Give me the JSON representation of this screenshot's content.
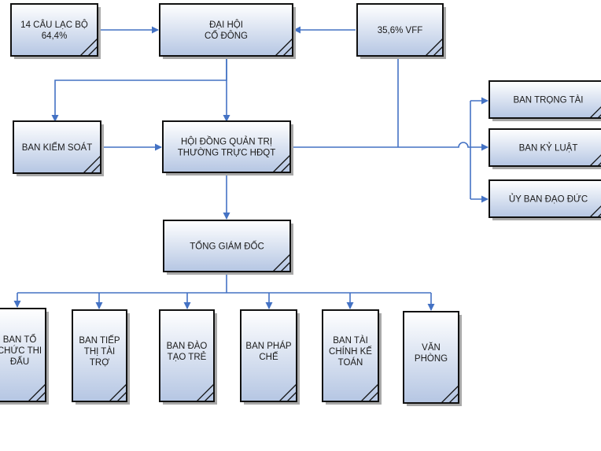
{
  "colors": {
    "box_fill_top": "#ffffff",
    "box_fill_bottom": "#b5c6e3",
    "box_border": "#111111",
    "shadow": "#a8a8a8",
    "connector": "#4472c4"
  },
  "nodes": {
    "clubs": {
      "lines": [
        "14 CÂU LẠC BỘ",
        "64,4%"
      ]
    },
    "assembly": {
      "lines": [
        "ĐẠI HỘI",
        "CỔ ĐÔNG"
      ]
    },
    "vff": {
      "lines": [
        "35,6% VFF"
      ]
    },
    "supervisory": {
      "lines": [
        "BAN KIỂM SOÁT"
      ]
    },
    "board": {
      "lines": [
        "HỘI ĐỒNG QUẢN TRỊ",
        "THƯỜNG TRỰC HĐQT"
      ]
    },
    "referee": {
      "lines": [
        "BAN TRỌNG TÀI"
      ]
    },
    "discipline": {
      "lines": [
        "BAN KỶ LUẬT"
      ]
    },
    "ethics": {
      "lines": [
        "ỦY BAN ĐẠO ĐỨC"
      ]
    },
    "ceo": {
      "lines": [
        "TỔNG GIÁM ĐỐC"
      ]
    },
    "competition": {
      "lines": [
        "BAN TỔ",
        "CHỨC THI",
        "ĐẤU"
      ]
    },
    "marketing": {
      "lines": [
        "BAN TIẾP",
        "THỊ TÀI",
        "TRỢ"
      ]
    },
    "youth": {
      "lines": [
        "BAN ĐÀO",
        "TẠO TRẺ"
      ]
    },
    "legal": {
      "lines": [
        "BAN PHÁP",
        "CHẾ"
      ]
    },
    "finance": {
      "lines": [
        "BAN TÀI",
        "CHÍNH KẾ",
        "TOÁN"
      ]
    },
    "office": {
      "lines": [
        "VĂN",
        "PHÒNG"
      ]
    }
  }
}
